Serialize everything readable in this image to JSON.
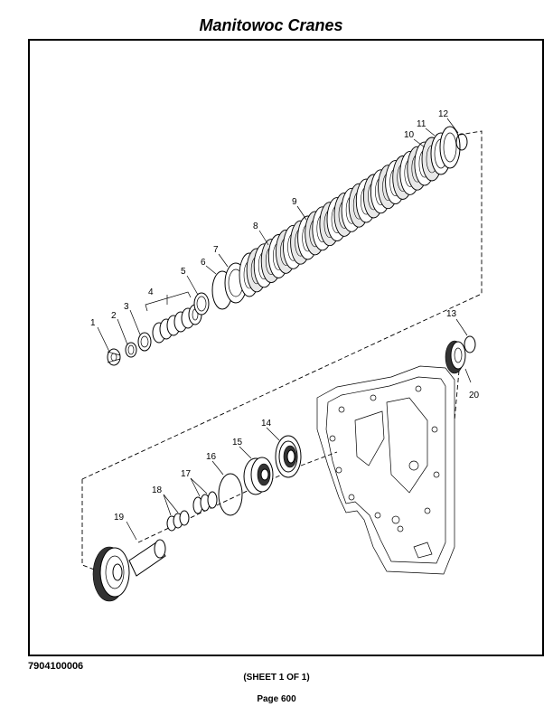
{
  "header": {
    "title": "Manitowoc Cranes"
  },
  "diagram": {
    "callouts": [
      {
        "label": "1"
      },
      {
        "label": "2"
      },
      {
        "label": "3"
      },
      {
        "label": "4"
      },
      {
        "label": "5"
      },
      {
        "label": "6"
      },
      {
        "label": "7"
      },
      {
        "label": "8"
      },
      {
        "label": "9"
      },
      {
        "label": "10"
      },
      {
        "label": "11"
      },
      {
        "label": "12"
      },
      {
        "label": "13"
      },
      {
        "label": "14"
      },
      {
        "label": "15"
      },
      {
        "label": "16"
      },
      {
        "label": "17"
      },
      {
        "label": "18"
      },
      {
        "label": "19"
      },
      {
        "label": "20"
      }
    ]
  },
  "footer": {
    "doc_number": "7904100006",
    "sheet": "(SHEET 1 OF 1)",
    "page": "Page 600"
  }
}
